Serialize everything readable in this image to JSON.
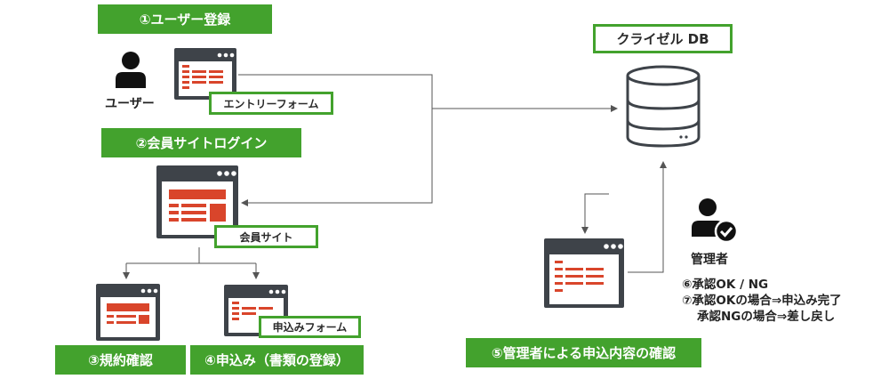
{
  "steps": {
    "step1": "①ユーザー登録",
    "step2": "②会員サイトログイン",
    "step3": "③規約確認",
    "step4": "④申込み（書類の登録）",
    "step5": "⑤管理者による申込内容の確認"
  },
  "labels": {
    "entry_form": "エントリーフォーム",
    "member_site": "会員サイト",
    "application_form": "申込みフォーム",
    "database": "クライゼル DB"
  },
  "roles": {
    "user": "ユーザー",
    "admin": "管理者"
  },
  "notes": {
    "line1": "⑥承認OK / NG",
    "line2": "⑦承認OKの場合⇒申込み完了",
    "line3": "承認NGの場合⇒差し戻し"
  },
  "colors": {
    "green": "#43a22d",
    "window_dark": "#3e4349",
    "accent_red": "#d9452b",
    "connector": "#555555"
  }
}
